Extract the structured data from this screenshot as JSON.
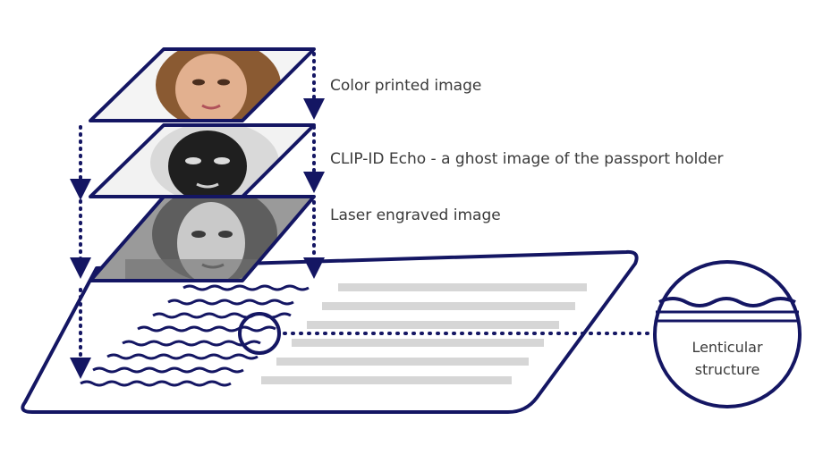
{
  "layers": [
    {
      "label": "Color printed image"
    },
    {
      "label": "CLIP-ID Echo - a ghost image of the passport holder"
    },
    {
      "label": "Laser engraved image"
    }
  ],
  "detail": {
    "line1": "Lenticular",
    "line2": "structure"
  },
  "colors": {
    "navy": "#141663",
    "text": "#3a3a3a",
    "gray_bar": "#d6d6d6",
    "face_skin": "#e2b08f",
    "hair": "#8a5a32"
  }
}
